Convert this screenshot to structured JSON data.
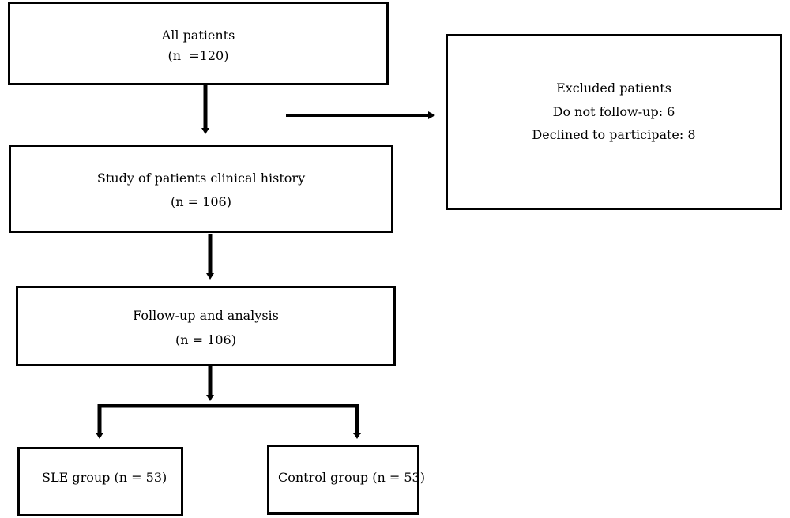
{
  "diagram": {
    "all_patients": {
      "title": "All patients",
      "count": "(n  =120)"
    },
    "excluded": {
      "title": "Excluded patients",
      "line1": "Do not follow-up: 6",
      "line2": "Declined to participate: 8"
    },
    "clinical_history": {
      "title": "Study of patients clinical history",
      "count": "(n = 106)"
    },
    "follow_up": {
      "title": "Follow-up and analysis",
      "count": "(n = 106)"
    },
    "sle_group": {
      "label": "SLE group (n = 53)"
    },
    "control_group": {
      "label": "Control group (n = 53)"
    }
  }
}
